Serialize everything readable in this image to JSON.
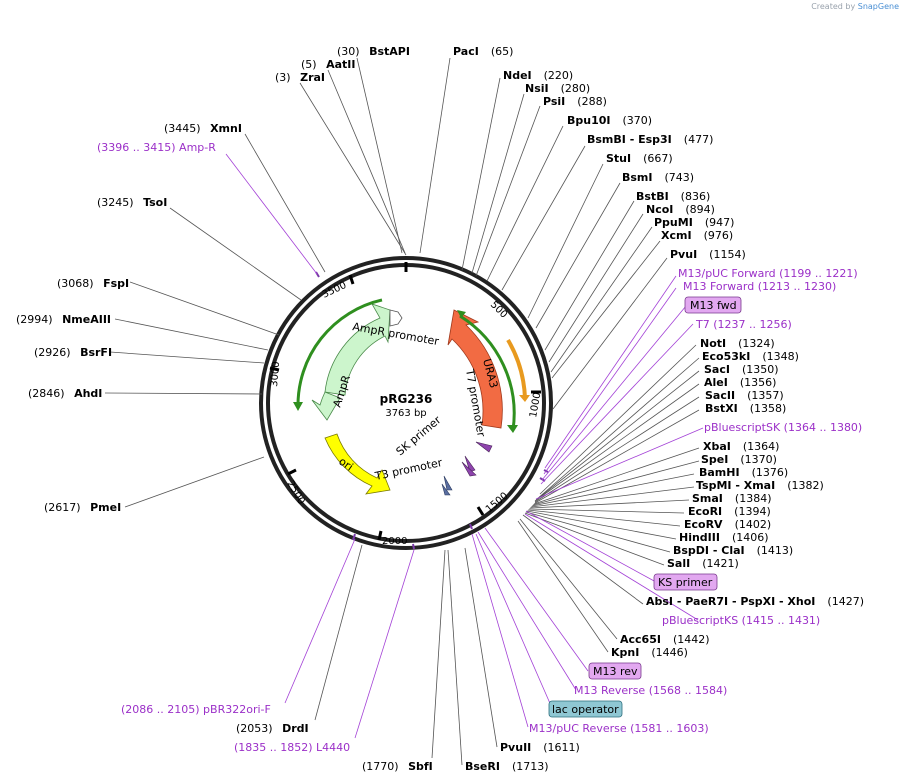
{
  "credit": {
    "prefix": "Created by",
    "brand": "SnapGene"
  },
  "plasmid": {
    "name": "pRG236",
    "size": "3763 bp"
  },
  "tick_labels": [
    "500",
    "1000",
    "1500",
    "2000",
    "2500",
    "3000",
    "3500"
  ],
  "features": {
    "ampr": "AmpR",
    "ampr_promoter": "AmpR promoter",
    "ura3": "URA3",
    "t7_promoter": "T7 promoter",
    "sk_primer": "SK primer",
    "t3_promoter": "T3 promoter",
    "ori": "ori"
  },
  "enzymes_left": [
    {
      "pos": "(30)",
      "name": "BstAPI"
    },
    {
      "pos": "(5)",
      "name": "AatII"
    },
    {
      "pos": "(3)",
      "name": "ZraI"
    },
    {
      "pos": "(3445)",
      "name": "XmnI"
    },
    {
      "pos": "(3245)",
      "name": "TsoI"
    },
    {
      "pos": "(3068)",
      "name": "FspI"
    },
    {
      "pos": "(2994)",
      "name": "NmeAIII"
    },
    {
      "pos": "(2926)",
      "name": "BsrFI"
    },
    {
      "pos": "(2846)",
      "name": "AhdI"
    },
    {
      "pos": "(2617)",
      "name": "PmeI"
    },
    {
      "pos": "(2053)",
      "name": "DrdI"
    },
    {
      "pos": "(1770)",
      "name": "SbfI"
    }
  ],
  "enzymes_right": [
    {
      "name": "PacI",
      "pos": "(65)"
    },
    {
      "name": "NdeI",
      "pos": "(220)"
    },
    {
      "name": "NsiI",
      "pos": "(280)"
    },
    {
      "name": "PsiI",
      "pos": "(288)"
    },
    {
      "name": "Bpu10I",
      "pos": "(370)"
    },
    {
      "name": "BsmBI - Esp3I",
      "pos": "(477)"
    },
    {
      "name": "StuI",
      "pos": "(667)"
    },
    {
      "name": "BsmI",
      "pos": "(743)"
    },
    {
      "name": "BstBI",
      "pos": "(836)"
    },
    {
      "name": "NcoI",
      "pos": "(894)"
    },
    {
      "name": "PpuMI",
      "pos": "(947)"
    },
    {
      "name": "XcmI",
      "pos": "(976)"
    },
    {
      "name": "PvuI",
      "pos": "(1154)"
    },
    {
      "name": "NotI",
      "pos": "(1324)"
    },
    {
      "name": "Eco53kI",
      "pos": "(1348)"
    },
    {
      "name": "SacI",
      "pos": "(1350)"
    },
    {
      "name": "AleI",
      "pos": "(1356)"
    },
    {
      "name": "SacII",
      "pos": "(1357)"
    },
    {
      "name": "BstXI",
      "pos": "(1358)"
    },
    {
      "name": "XbaI",
      "pos": "(1364)"
    },
    {
      "name": "SpeI",
      "pos": "(1370)"
    },
    {
      "name": "BamHI",
      "pos": "(1376)"
    },
    {
      "name": "TspMI - XmaI",
      "pos": "(1382)"
    },
    {
      "name": "SmaI",
      "pos": "(1384)"
    },
    {
      "name": "EcoRI",
      "pos": "(1394)"
    },
    {
      "name": "EcoRV",
      "pos": "(1402)"
    },
    {
      "name": "HindIII",
      "pos": "(1406)"
    },
    {
      "name": "BspDI - ClaI",
      "pos": "(1413)"
    },
    {
      "name": "SalI",
      "pos": "(1421)"
    },
    {
      "name": "AbsI - PaeR7I - PspXI - XhoI",
      "pos": "(1427)"
    },
    {
      "name": "Acc65I",
      "pos": "(1442)"
    },
    {
      "name": "KpnI",
      "pos": "(1446)"
    },
    {
      "name": "PvuII",
      "pos": "(1611)"
    },
    {
      "name": "BseRI",
      "pos": "(1713)"
    }
  ],
  "purple_features": {
    "amp_r": "(3396 .. 3415)  Amp-R",
    "m13_puc_forward": "M13/pUC Forward    (1199 .. 1221)",
    "m13_forward": "M13 Forward    (1213 .. 1230)",
    "t7": "T7    (1237 .. 1256)",
    "pbluescript_sk": "pBluescriptSK    (1364 .. 1380)",
    "pbluescript_ks": "pBluescriptKS    (1415 .. 1431)",
    "m13_reverse": "M13 Reverse    (1568 .. 1584)",
    "m13_puc_reverse": "M13/pUC Reverse    (1581 .. 1603)",
    "pbr322ori_f": "(2086 .. 2105)  pBR322ori-F",
    "l4440": "(1835 .. 1852)  L4440"
  },
  "boxes": {
    "m13_fwd": "M13 fwd",
    "ks_primer": "KS primer",
    "m13_rev": "M13 rev",
    "lac_operator": "lac operator"
  },
  "colors": {
    "ura3": "#f26b43",
    "ampr": "#ccf5cc",
    "ori": "#ffff00",
    "promoter_green": "#2f8f1f",
    "orange_arc": "#e89a1f",
    "primer_box": "#e2a8f0",
    "lac_box": "#8fc7d3",
    "purple_text": "#9b30c8"
  }
}
